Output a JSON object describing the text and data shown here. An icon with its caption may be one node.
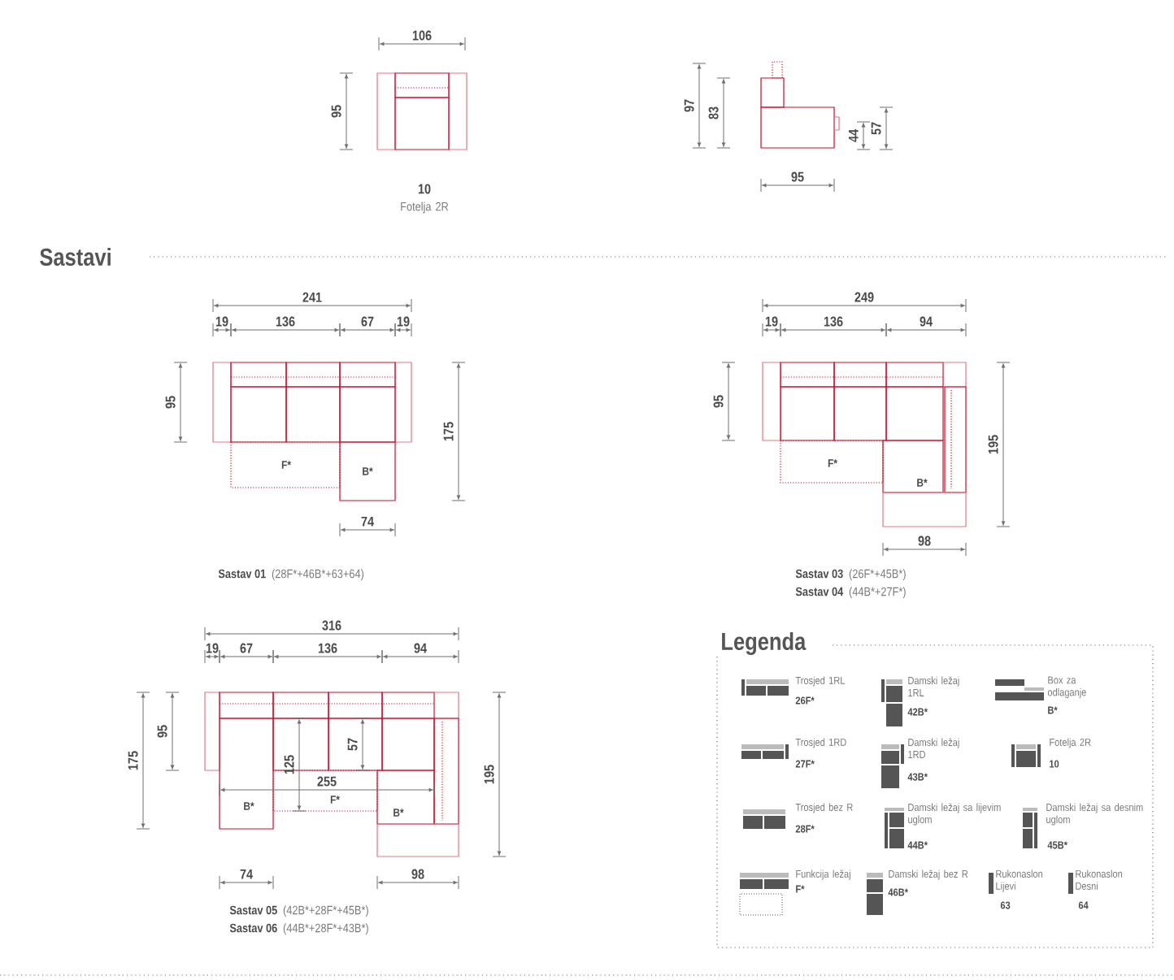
{
  "diagram": {
    "title": "Sastavi",
    "labels": [
      "106",
      "95",
      "97",
      "83",
      "44",
      "57",
      "95",
      "10",
      "Fotelja 2R",
      "241",
      "19",
      "136",
      "67",
      "19",
      "95",
      "175",
      "F*",
      "B*",
      "74",
      "Sastav 01",
      "(28F*+46B*+63+64)",
      "249",
      "19",
      "136",
      "94",
      "95",
      "195",
      "F*",
      "B*",
      "98",
      "Sastav 03",
      "(26F*+45B*)",
      "Sastav 04",
      "(44B*+27F*)",
      "316",
      "19",
      "67",
      "136",
      "94",
      "175",
      "95",
      "195",
      "125",
      "57",
      "255",
      "B*",
      "F*",
      "B*",
      "74",
      "98",
      "Sastav 05",
      "(42B*+28F*+45B*)",
      "Sastav 06",
      "(44B*+28F*+43B*)",
      "Legenda",
      "26F*",
      "42B*",
      "B*",
      "27F*",
      "43B*",
      "10",
      "28F*",
      "44B*",
      "45B*",
      "F*",
      "46B*",
      "63",
      "64"
    ],
    "legend": [
      {
        "text": "Trosjed 1RL"
      },
      {
        "text": "Damski ležaj 1RL"
      },
      {
        "text": "Box za odlaganje"
      },
      {
        "text": "Trosjed 1RD"
      },
      {
        "text": "Damski ležaj 1RD"
      },
      {
        "text": "Fotelja 2R"
      },
      {
        "text": "Trosjed bez R"
      },
      {
        "text": "Damski ležaj sa lijevim uglom"
      },
      {
        "text": "Damski ležaj sa desnim uglom"
      },
      {
        "text": "Funkcija ležaj"
      },
      {
        "text": "Damski ležaj bez R"
      },
      {
        "text": "Rukonaslon Lijevi"
      },
      {
        "text": "Rukonaslon Desni"
      }
    ]
  }
}
